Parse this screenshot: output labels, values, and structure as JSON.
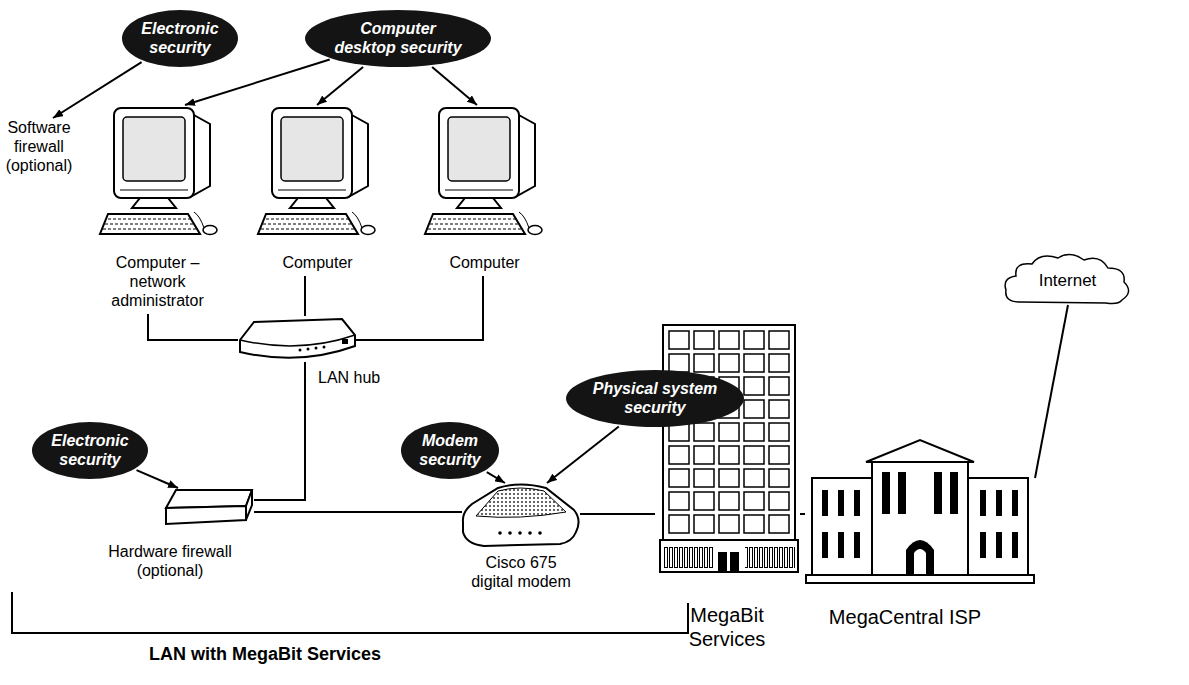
{
  "diagram": {
    "nodes": [
      {
        "text": [
          "Electronic security"
        ]
      },
      {
        "text": [
          "Computer desktop security"
        ]
      },
      {
        "text": [
          "Software firewall (optional)"
        ]
      },
      {
        "text": [
          "Computer – network administrator"
        ]
      },
      {
        "text": [
          "Computer"
        ]
      },
      {
        "text": [
          "Computer"
        ]
      },
      {
        "text": [
          "LAN hub"
        ]
      },
      {
        "text": [
          "Physical system security"
        ]
      },
      {
        "text": [
          "Electronic security"
        ]
      },
      {
        "text": [
          "Modem security"
        ]
      },
      {
        "text": [
          "Hardware firewall (optional)"
        ]
      },
      {
        "text": [
          "Cisco 675 digital modem"
        ]
      },
      {
        "text": [
          "MegaBit Services"
        ]
      },
      {
        "text": [
          "MegaCentral ISP"
        ]
      },
      {
        "text": [
          "Internet"
        ]
      }
    ],
    "edges": [
      {
        "from": 0,
        "to": 2,
        "arrow": "to"
      },
      {
        "from": 1,
        "to": 3,
        "arrow": "to"
      },
      {
        "from": 1,
        "to": 4,
        "arrow": "to"
      },
      {
        "from": 1,
        "to": 5,
        "arrow": "to"
      },
      {
        "from": 3,
        "to": 6,
        "arrow": "none"
      },
      {
        "from": 4,
        "to": 6,
        "arrow": "none"
      },
      {
        "from": 5,
        "to": 6,
        "arrow": "none"
      },
      {
        "from": 6,
        "to": 10,
        "arrow": "none"
      },
      {
        "from": 10,
        "to": 11,
        "arrow": "none"
      },
      {
        "from": 11,
        "to": 12,
        "arrow": "none"
      },
      {
        "from": 12,
        "to": 13,
        "arrow": "none"
      },
      {
        "from": 13,
        "to": 14,
        "arrow": "none"
      },
      {
        "from": 8,
        "to": 10,
        "arrow": "to"
      },
      {
        "from": 9,
        "to": 11,
        "arrow": "to"
      },
      {
        "from": 7,
        "to": 11,
        "arrow": "to"
      }
    ],
    "labels": [
      "LAN with MegaBit Services"
    ]
  }
}
